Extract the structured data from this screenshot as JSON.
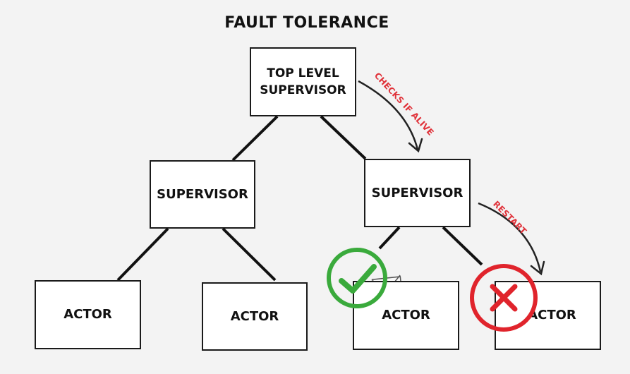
{
  "title": "FAULT TOLERANCE",
  "nodes": {
    "top": "TOP LEVEL\nSUPERVISOR",
    "supervisor_left": "SUPERVISOR",
    "supervisor_right": "SUPERVISOR",
    "actor_1": "ACTOR",
    "actor_2": "ACTOR",
    "actor_3": "ACTOR",
    "actor_4": "ACTOR"
  },
  "annotations": {
    "checks": "CHECKS IF ALIVE",
    "restart": "RESTART"
  },
  "status_icons": {
    "alive": "check-mark",
    "failed": "x-mark"
  },
  "colors": {
    "accent_red": "#e0323a",
    "ok_green": "#3aaa3c",
    "fail_red": "#e0242c",
    "ink": "#1a1a1a"
  }
}
